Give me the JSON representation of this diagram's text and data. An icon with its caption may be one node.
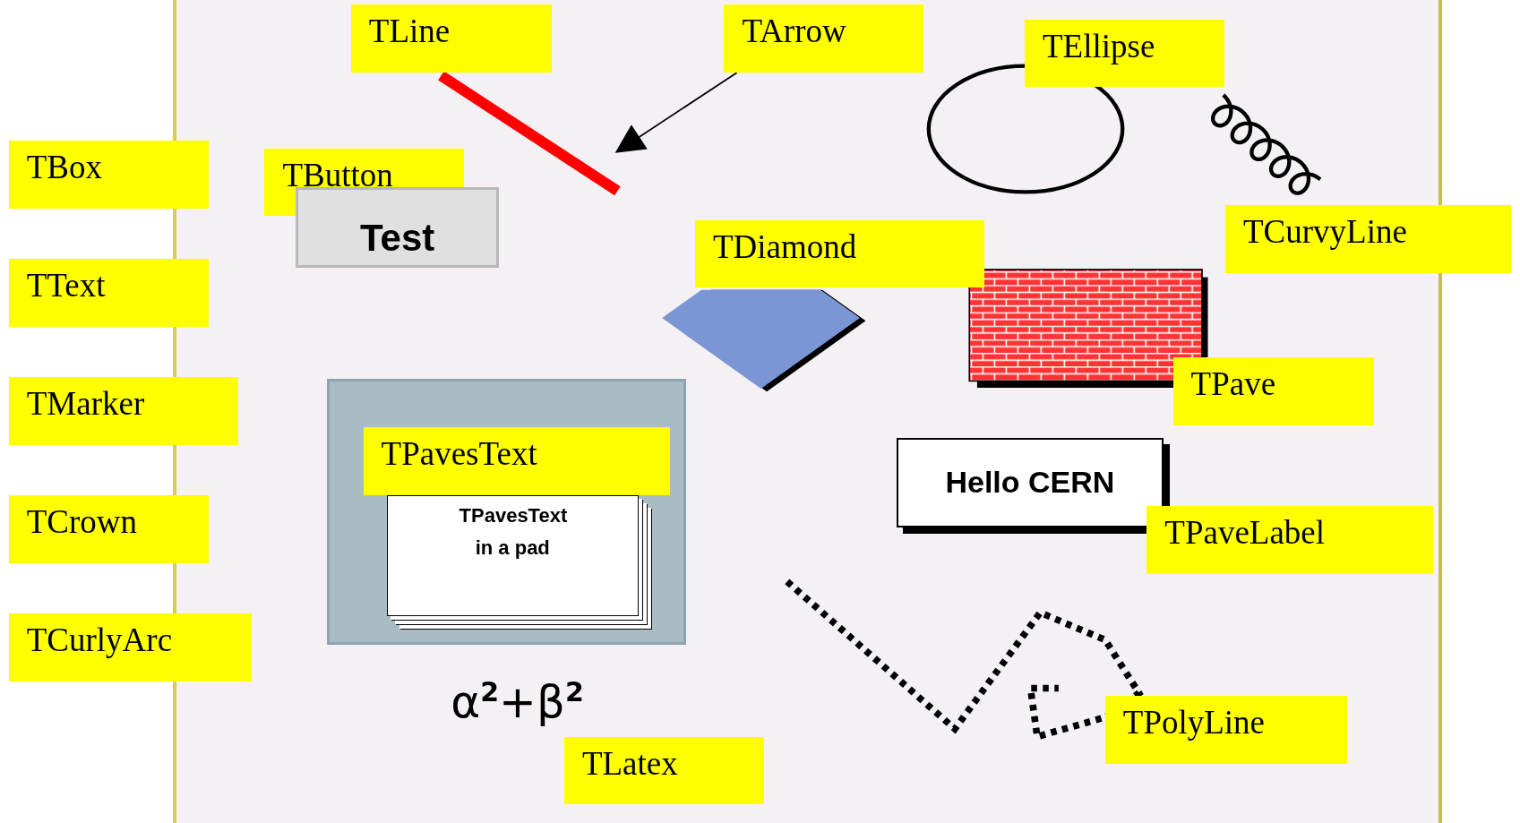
{
  "diagram": {
    "nodes": [
      {
        "text": [
          "TLine"
        ]
      },
      {
        "text": [
          "TArrow"
        ]
      },
      {
        "text": [
          "TEllipse"
        ]
      },
      {
        "text": [
          "TBox"
        ]
      },
      {
        "text": [
          "TButton"
        ]
      },
      {
        "text": [
          "Test"
        ]
      },
      {
        "text": [
          "TCurvyLine"
        ]
      },
      {
        "text": [
          "TDiamond"
        ]
      },
      {
        "text": [
          "TText"
        ]
      },
      {
        "text": [
          "TPave"
        ]
      },
      {
        "text": [
          "TMarker"
        ]
      },
      {
        "text": [],
        "shape": "box"
      },
      {
        "text": [
          "TPavesText"
        ],
        "in": 11
      },
      {
        "text": [
          "TPavesText in a pad"
        ],
        "in": 11
      },
      {
        "text": [
          "Hello CERN"
        ]
      },
      {
        "text": [
          "TPaveLabel"
        ]
      },
      {
        "text": [
          "TCrown"
        ]
      },
      {
        "text": [
          "TCurlyArc"
        ]
      },
      {
        "text": [
          "TPolyLine"
        ]
      },
      {
        "text": [
          "TLatex"
        ]
      },
      {
        "text": [],
        "shape": "line"
      },
      {
        "text": [],
        "shape": "ellipse"
      },
      {
        "text": [],
        "shape": "coil"
      },
      {
        "text": [],
        "shape": "diamond"
      },
      {
        "text": [],
        "shape": "box"
      },
      {
        "text": [],
        "shape": "line"
      }
    ],
    "edges": [
      {
        "from": 1,
        "to": 20,
        "arrow": "to"
      }
    ],
    "labels": [
      "α$^{2}$+β$^{2}$"
    ]
  }
}
